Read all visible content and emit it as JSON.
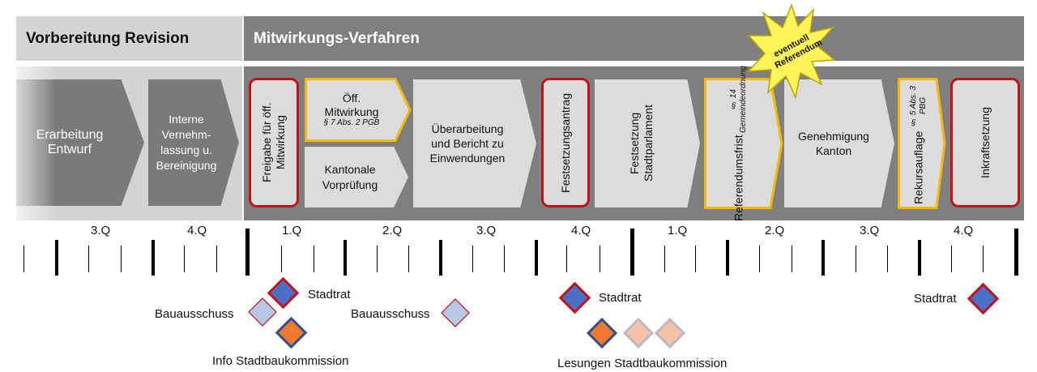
{
  "header": {
    "prep_title": "Vorbereitung Revision",
    "mitwirkung_title": "Mitwirkungs-Verfahren"
  },
  "steps": {
    "erarbeitung": "Erarbeitung Entwurf",
    "vernehmlassung": "Interne Vernehm- lassung u. Bereinigung",
    "freigabe": "Freigabe für öff. Mitwirkung",
    "oeff_mitwirkung": "Öff. Mitwirkung",
    "oeff_mitwirkung_ref": "§ 7 Abs. 2 PGB",
    "kantonale_vorpruefung": "Kantonale Vorprüfung",
    "ueberarbeitung": "Überarbeitung und Bericht zu Einwendungen",
    "festsetzungsantrag": "Festsetzungsantrag",
    "festsetzung_stadtparlament": "Festsetzung Stadtparlament",
    "referendumsfrist": "Referendumsfrist",
    "referendumsfrist_ref": "§ 14 Gemeindeordnung",
    "eventuell_referendum": "eventuell Referendum",
    "genehmigung": "Genehmigung Kanton",
    "rekursauflage": "Rekursauflage",
    "rekursauflage_ref": "§ 5 Abs. 3 PBG",
    "inkraftsetzung": "Inkraftsetzung"
  },
  "timeline": {
    "quarters": [
      "3.Q",
      "4.Q",
      "1.Q",
      "2.Q",
      "3.Q",
      "4.Q",
      "1.Q",
      "2.Q",
      "3.Q",
      "4.Q"
    ]
  },
  "milestones": {
    "stadtrat_1": "Stadtrat",
    "bauausschuss_1": "Bauausschuss",
    "info_stadtbaukommission": "Info Stadtbaukommission",
    "bauausschuss_2": "Bauausschuss",
    "stadtrat_2": "Stadtrat",
    "lesungen_stadtbaukommission": "Lesungen Stadtbaukommission",
    "stadtrat_3": "Stadtrat"
  },
  "colors": {
    "red_border": "#c0121c",
    "yellow_border": "#f5b800",
    "stadtrat_fill": "#4a6fc4",
    "kommission_fill": "#ee7a30",
    "bauausschuss_fill": "#b7c8e4",
    "lesung_faded_fill": "#f5c4a8"
  }
}
